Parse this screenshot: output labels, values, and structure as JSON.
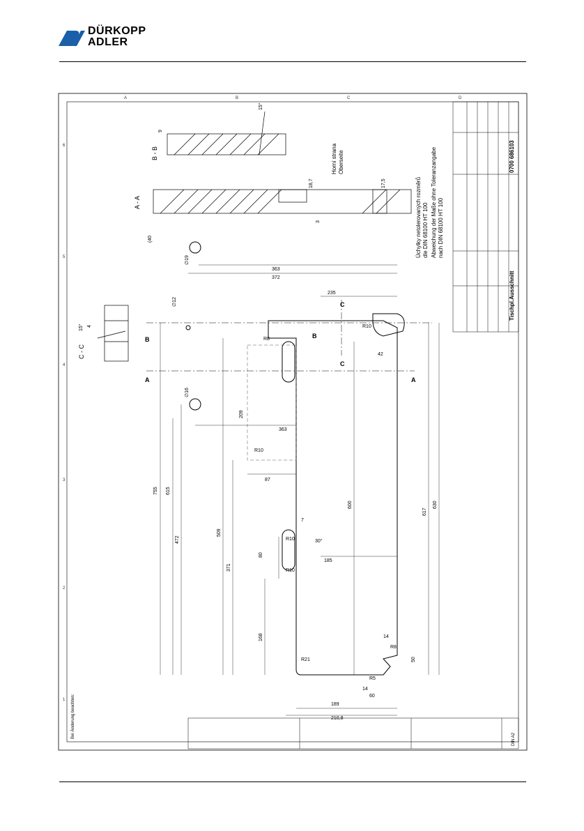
{
  "brand": {
    "line1": "DÜRKOPP",
    "line2": "ADLER",
    "color": "#1a5fa8"
  },
  "drawing": {
    "section_bb": "B - B",
    "section_aa": "A - A",
    "section_cc": "C - C",
    "side_note_cz": "Horní strana",
    "side_note_de": "Oberseite",
    "tolerance_cz_1": "Úchylky netolerovaných rozměrů",
    "tolerance_cz_2": "dle DIN 68100 HT 100",
    "tolerance_de_1": "Abweichung der Maße ohne Toleranzangabe",
    "tolerance_de_2": "nach DIN 68100 HT 100",
    "title": "Tischpl.Ausschnitt",
    "part_number": "0700 686103",
    "dims": {
      "d755": "755",
      "d615": "615",
      "d472": "472",
      "d509": "509",
      "d371": "371",
      "d168": "168",
      "d80": "80",
      "d189": "189",
      "d210": "210,8",
      "d14": "14",
      "d60": "60",
      "d617": "617",
      "d630": "630",
      "d600": "600",
      "d185": "185",
      "d363a": "363",
      "d363b": "363",
      "d372": "372",
      "d235": "235",
      "d209": "209",
      "d87": "87",
      "d42": "42",
      "d50": "50",
      "d40": "(40",
      "d19": "∅19",
      "d16": "∅16",
      "d12": "∅12",
      "d18": "18,7",
      "d17": "17,5",
      "d9": "9",
      "d7": "7",
      "d15deg": "15°",
      "d4": "4",
      "d3": "3",
      "d30": "30°",
      "r10a": "R10",
      "r10b": "R10",
      "r10c": "R10",
      "r10d": "R10",
      "r8": "R8",
      "r21": "R21",
      "r8b": "R8",
      "r5": "R5"
    },
    "marks": {
      "a": "A",
      "b": "B",
      "c": "C"
    },
    "grid_cols": [
      "6",
      "5",
      "4",
      "3",
      "2",
      "1"
    ],
    "grid_rows": [
      "A",
      "B",
      "C",
      "D"
    ],
    "change_note": "Bei Änderung beachten:",
    "din": "DIN A2"
  }
}
